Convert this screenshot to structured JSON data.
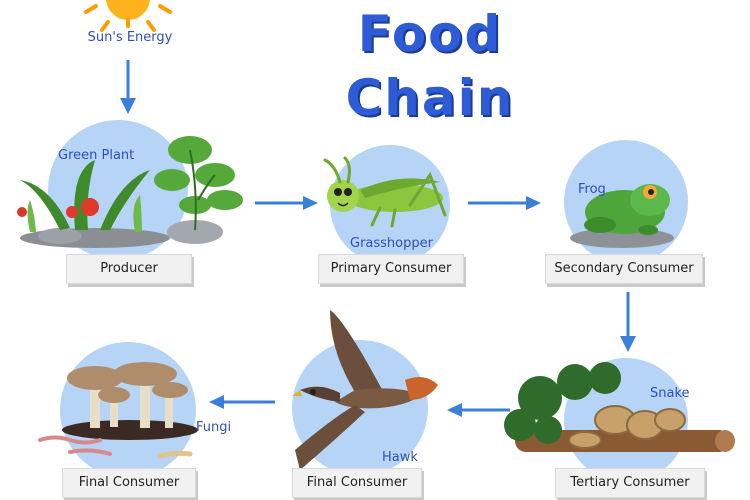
{
  "title": "Food Chain",
  "sun": {
    "label": "Sun's Energy",
    "icon": "sun-icon"
  },
  "nodes": [
    {
      "name": "Green Plant",
      "role": "Producer",
      "icon": "plant-icon"
    },
    {
      "name": "Grasshopper",
      "role": "Primary Consumer",
      "icon": "grasshopper-icon"
    },
    {
      "name": "Frog",
      "role": "Secondary Consumer",
      "icon": "frog-icon"
    },
    {
      "name": "Snake",
      "role": "Tertiary Consumer",
      "icon": "snake-icon"
    },
    {
      "name": "Hawk",
      "role": "Final Consumer",
      "icon": "hawk-icon"
    },
    {
      "name": "Fungi",
      "role": "Final Consumer",
      "icon": "fungi-icon"
    }
  ],
  "colors": {
    "title": "#2e5bd6",
    "arrow": "#3c7fd8",
    "circle": "#b6d4f6",
    "label_text": "#2e4fb8"
  }
}
